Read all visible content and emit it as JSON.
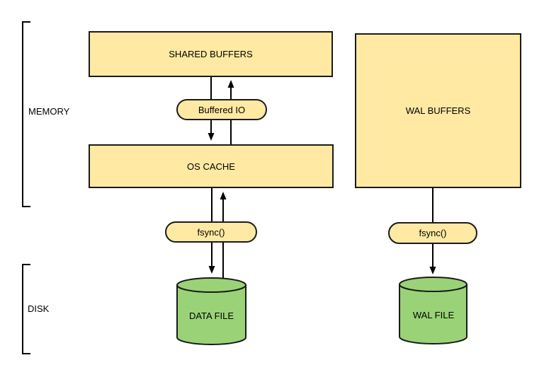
{
  "colors": {
    "background": "#ffffff",
    "box-fill": "#ffe9a3",
    "box-stroke": "#1a1a1a",
    "cylinder-fill": "#9ad377",
    "arrow": "#000000",
    "text": "#000000"
  },
  "groups": {
    "memory": {
      "label": "MEMORY"
    },
    "disk": {
      "label": "DISK"
    }
  },
  "nodes": {
    "shared_buffers": {
      "label": "SHARED BUFFERS",
      "shape": "rect"
    },
    "os_cache": {
      "label": "OS CACHE",
      "shape": "rect"
    },
    "wal_buffers": {
      "label": "WAL BUFFERS",
      "shape": "rect"
    },
    "buffered_io": {
      "label": "Buffered IO",
      "shape": "pill"
    },
    "fsync_data": {
      "label": "fsync()",
      "shape": "pill"
    },
    "fsync_wal": {
      "label": "fsync()",
      "shape": "pill"
    },
    "data_file": {
      "label": "DATA FILE",
      "shape": "cylinder"
    },
    "wal_file": {
      "label": "WAL FILE",
      "shape": "cylinder"
    }
  },
  "edges": [
    {
      "from": "shared_buffers",
      "to": "os_cache",
      "via": "buffered_io",
      "direction": "down"
    },
    {
      "from": "os_cache",
      "to": "shared_buffers",
      "via": "buffered_io",
      "direction": "up"
    },
    {
      "from": "os_cache",
      "to": "data_file",
      "via": "fsync_data",
      "direction": "down"
    },
    {
      "from": "data_file",
      "to": "os_cache",
      "via": "fsync_data",
      "direction": "up"
    },
    {
      "from": "wal_buffers",
      "to": "wal_file",
      "via": "fsync_wal",
      "direction": "down"
    }
  ]
}
